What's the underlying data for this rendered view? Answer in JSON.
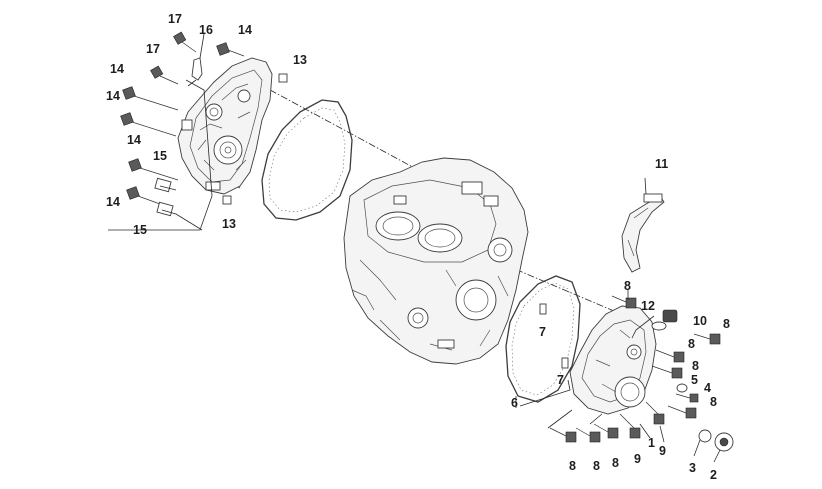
{
  "diagram": {
    "callouts": [
      {
        "id": "c17a",
        "text": "17"
      },
      {
        "id": "c16",
        "text": "16"
      },
      {
        "id": "c14a",
        "text": "14"
      },
      {
        "id": "c17b",
        "text": "17"
      },
      {
        "id": "c13a",
        "text": "13"
      },
      {
        "id": "c14b",
        "text": "14"
      },
      {
        "id": "c14c",
        "text": "14"
      },
      {
        "id": "c14d",
        "text": "14"
      },
      {
        "id": "c15a",
        "text": "15"
      },
      {
        "id": "c14e",
        "text": "14"
      },
      {
        "id": "c15b",
        "text": "15"
      },
      {
        "id": "c13b",
        "text": "13"
      },
      {
        "id": "c11",
        "text": "11"
      },
      {
        "id": "c8a",
        "text": "8"
      },
      {
        "id": "c12",
        "text": "12"
      },
      {
        "id": "c10",
        "text": "10"
      },
      {
        "id": "c8b",
        "text": "8"
      },
      {
        "id": "c7a",
        "text": "7"
      },
      {
        "id": "c8c",
        "text": "8"
      },
      {
        "id": "c8d",
        "text": "8"
      },
      {
        "id": "c7b",
        "text": "7"
      },
      {
        "id": "c5",
        "text": "5"
      },
      {
        "id": "c4",
        "text": "4"
      },
      {
        "id": "c8e",
        "text": "8"
      },
      {
        "id": "c6",
        "text": "6"
      },
      {
        "id": "c1",
        "text": "1"
      },
      {
        "id": "c9a",
        "text": "9"
      },
      {
        "id": "c9b",
        "text": "9"
      },
      {
        "id": "c3",
        "text": "3"
      },
      {
        "id": "c2",
        "text": "2"
      },
      {
        "id": "c8f",
        "text": "8"
      },
      {
        "id": "c8g",
        "text": "8"
      },
      {
        "id": "c8h",
        "text": "8"
      }
    ]
  }
}
